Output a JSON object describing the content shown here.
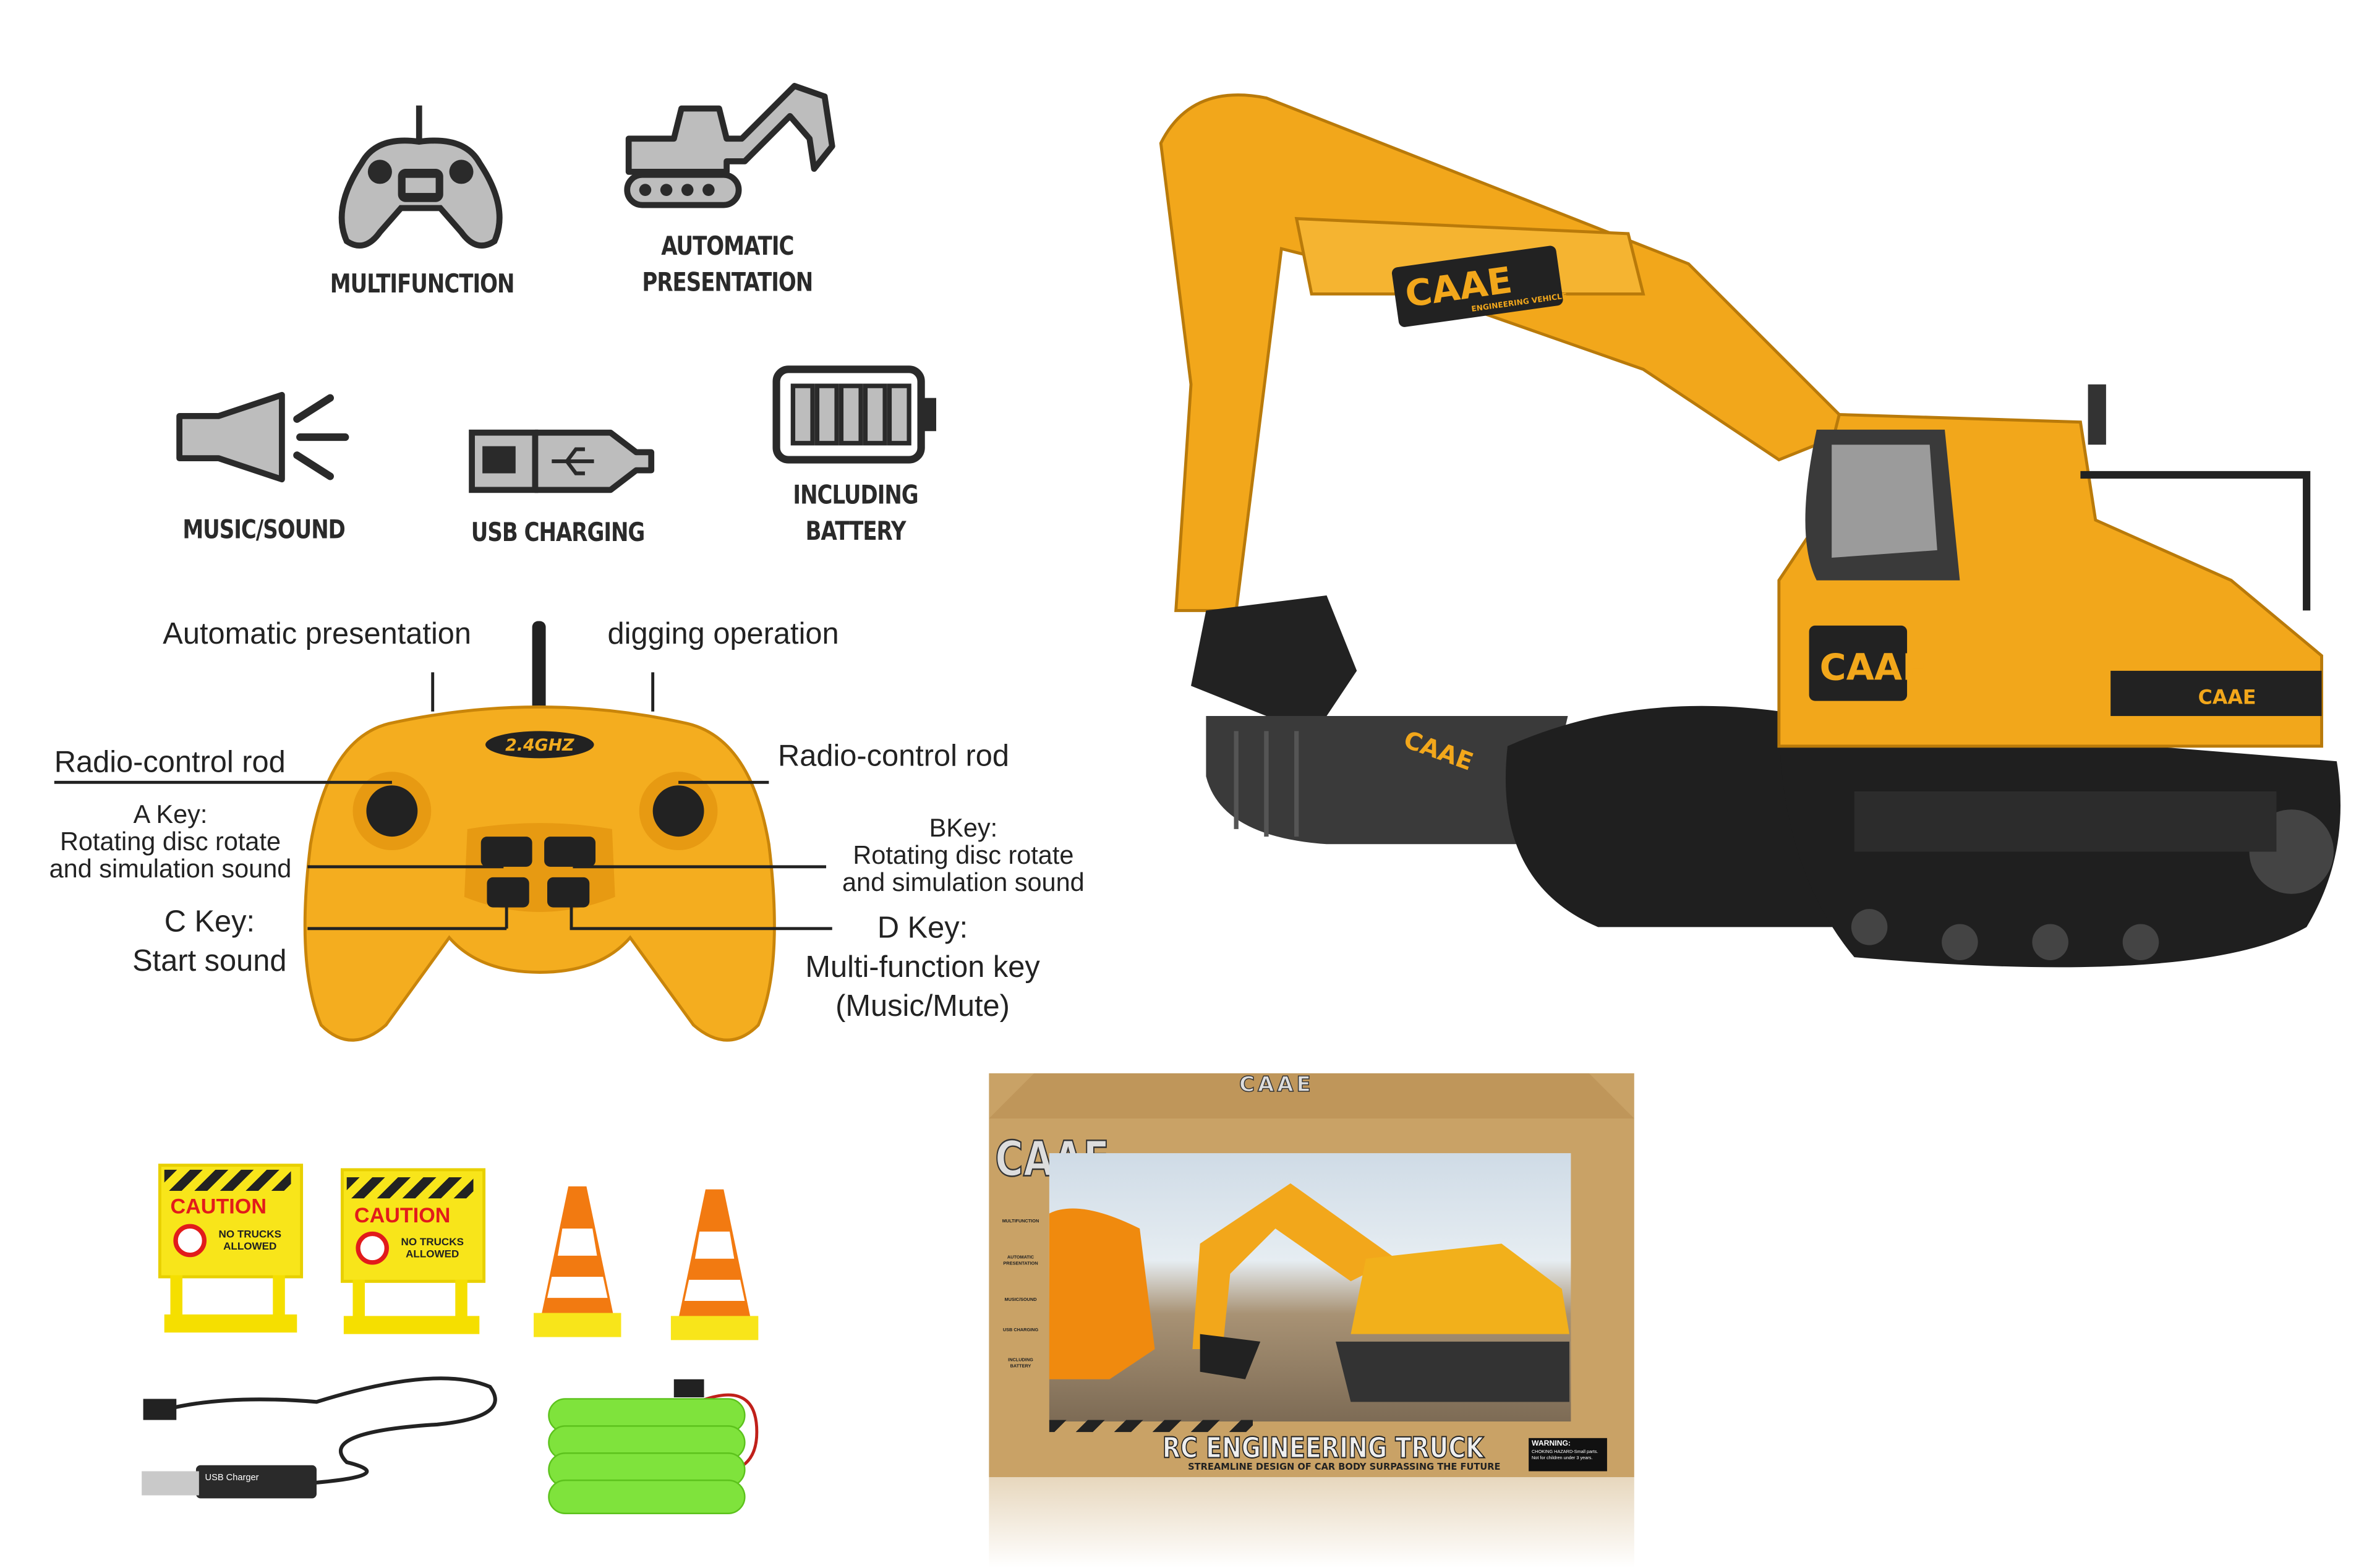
{
  "features": [
    {
      "icon": "remote-control-icon",
      "label": "MULTIFUNCTION"
    },
    {
      "icon": "excavator-icon",
      "label_lines": [
        "AUTOMATIC",
        "PRESENTATION"
      ]
    },
    {
      "icon": "speaker-icon",
      "label": "MUSIC/SOUND"
    },
    {
      "icon": "usb-plug-icon",
      "label": "USB CHARGING"
    },
    {
      "icon": "battery-icon",
      "label_lines": [
        "INCLUDING",
        "BATTERY"
      ]
    }
  ],
  "remote_diagram": {
    "badge": "2.4GHZ",
    "labels": {
      "auto_presentation": "Automatic presentation",
      "digging": "digging operation",
      "rod_left": "Radio-control rod",
      "rod_right": "Radio-control rod",
      "a_key": [
        "A Key:",
        "Rotating disc rotate",
        "and simulation sound"
      ],
      "b_key": [
        "BKey:",
        "Rotating disc rotate",
        "and simulation sound"
      ],
      "c_key": [
        "C Key:",
        "Start sound"
      ],
      "d_key": [
        "D Key:",
        "Multi-function key",
        "(Music/Mute)"
      ]
    }
  },
  "excavator": {
    "brand": "CAAE",
    "cab_brand": "CAAE",
    "side_brand": "CAAE",
    "sub": "ENGINEERING VEHICLE"
  },
  "accessories": {
    "sign": {
      "title": "CAUTION",
      "text_lines": [
        "NO TRUCKS",
        "ALLOWED"
      ]
    },
    "charger_label": "USB Charger"
  },
  "box": {
    "top_brand": "CAAE",
    "brand": "CAAE",
    "side_icons": [
      "MULTIFUNCTION",
      "AUTOMATIC PRESENTATION",
      "MUSIC/SOUND",
      "USB CHARGING",
      "INCLUDING BATTERY"
    ],
    "title": "RC ENGINEERING TRUCK",
    "subtitle": "STREAMLINE DESIGN OF CAR BODY SURPASSING THE FUTURE",
    "warning_title": "WARNING:",
    "warning_lines": [
      "CHOKING HAZARD-Small parts.",
      "Not for children under 3 years."
    ]
  },
  "colors": {
    "yellow": "#f2a71b",
    "box": "#c9a266",
    "dark": "#2b2b2b",
    "icon_gray": "#bdbdbd"
  }
}
